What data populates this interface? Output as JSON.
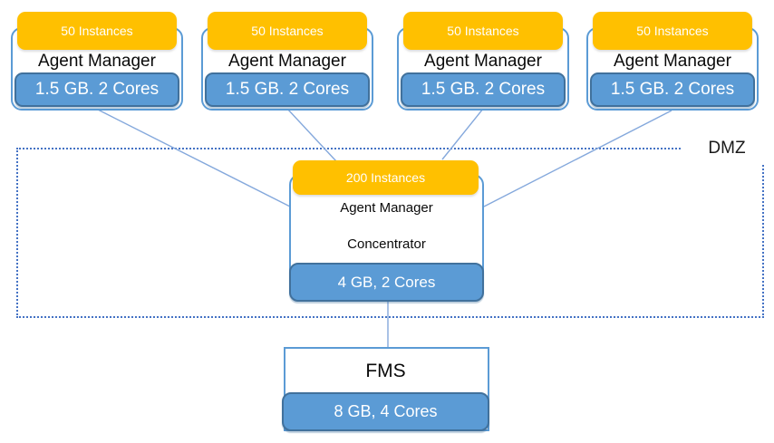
{
  "colors": {
    "badge_yellow": "#FFC000",
    "badge_blue": "#5B9BD5",
    "badge_blue_border": "#41719C",
    "box_border": "#5B9BD5",
    "dmz_border": "#4472C4",
    "connector": "#84A8DC"
  },
  "diagram": {
    "agent_managers": [
      {
        "instances": "50 Instances",
        "name": "Agent Manager",
        "resources": "1.5 GB. 2 Cores"
      },
      {
        "instances": "50 Instances",
        "name": "Agent Manager",
        "resources": "1.5 GB. 2 Cores"
      },
      {
        "instances": "50 Instances",
        "name": "Agent Manager",
        "resources": "1.5 GB. 2 Cores"
      },
      {
        "instances": "50 Instances",
        "name": "Agent Manager",
        "resources": "1.5 GB. 2 Cores"
      }
    ],
    "concentrator": {
      "instances": "200 Instances",
      "name_line1": "Agent Manager",
      "name_line2": "Concentrator",
      "resources": "4 GB, 2 Cores"
    },
    "dmz": {
      "label": "DMZ"
    },
    "fms": {
      "name": "FMS",
      "resources": "8 GB, 4 Cores"
    }
  }
}
